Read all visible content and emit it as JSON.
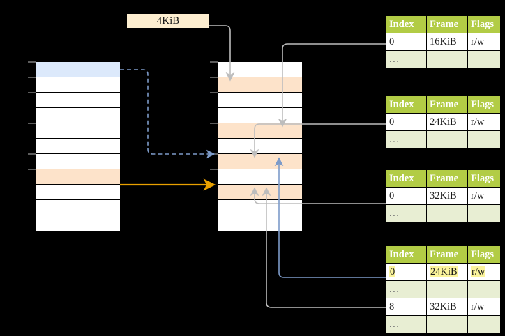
{
  "diagram": {
    "title_label": "4KiB",
    "background": "#000000",
    "accent_green": "#b2cc45",
    "highlight_yellow": "#fbf49c",
    "orange_row": "#fde3ca",
    "blue_row": "#dce9fb",
    "orange_arrow": "#e8a000",
    "blue_arrow": "#6f8fc4",
    "gray_arrow": "#bdbdbd"
  },
  "left_column": {
    "name": "virtual-address-space-left",
    "row_count": 11,
    "rows": [
      {
        "index": 0,
        "fill": "blue",
        "text": ""
      },
      {
        "index": 1,
        "fill": "white",
        "text": ""
      },
      {
        "index": 2,
        "fill": "white",
        "text": ""
      },
      {
        "index": 3,
        "fill": "white",
        "text": ""
      },
      {
        "index": 4,
        "fill": "white",
        "text": ""
      },
      {
        "index": 5,
        "fill": "white",
        "text": ""
      },
      {
        "index": 6,
        "fill": "white",
        "text": ""
      },
      {
        "index": 7,
        "fill": "orange",
        "text": ""
      },
      {
        "index": 8,
        "fill": "white",
        "text": ""
      },
      {
        "index": 9,
        "fill": "white",
        "text": ""
      },
      {
        "index": 10,
        "fill": "white",
        "text": ""
      }
    ]
  },
  "middle_column": {
    "name": "physical-memory-middle",
    "row_count": 11,
    "rows": [
      {
        "index": 0,
        "fill": "white",
        "text": ""
      },
      {
        "index": 1,
        "fill": "orange",
        "text": ""
      },
      {
        "index": 2,
        "fill": "white",
        "text": ""
      },
      {
        "index": 3,
        "fill": "white",
        "text": ""
      },
      {
        "index": 4,
        "fill": "orange",
        "text": ""
      },
      {
        "index": 5,
        "fill": "white",
        "text": ""
      },
      {
        "index": 6,
        "fill": "orange",
        "text": ""
      },
      {
        "index": 7,
        "fill": "white",
        "text": ""
      },
      {
        "index": 8,
        "fill": "orange",
        "text": ""
      },
      {
        "index": 9,
        "fill": "white",
        "text": ""
      },
      {
        "index": 10,
        "fill": "white",
        "text": ""
      }
    ]
  },
  "tables": {
    "headers": [
      "Index",
      "Frame",
      "Flags"
    ],
    "items": [
      {
        "name": "page-table-1",
        "rows": [
          {
            "type": "entry",
            "index": "0",
            "frame": "16KiB",
            "flags": "r/w",
            "highlight": false
          },
          {
            "type": "ellipsis",
            "index": "...",
            "frame": "",
            "flags": "",
            "highlight": false
          }
        ]
      },
      {
        "name": "page-table-2",
        "rows": [
          {
            "type": "entry",
            "index": "0",
            "frame": "24KiB",
            "flags": "r/w",
            "highlight": false
          },
          {
            "type": "ellipsis",
            "index": "...",
            "frame": "",
            "flags": "",
            "highlight": false
          }
        ]
      },
      {
        "name": "page-table-3",
        "rows": [
          {
            "type": "entry",
            "index": "0",
            "frame": "32KiB",
            "flags": "r/w",
            "highlight": false
          },
          {
            "type": "ellipsis",
            "index": "...",
            "frame": "",
            "flags": "",
            "highlight": false
          }
        ]
      },
      {
        "name": "page-table-4",
        "rows": [
          {
            "type": "entry",
            "index": "0",
            "frame": "24KiB",
            "flags": "r/w",
            "highlight": true
          },
          {
            "type": "ellipsis",
            "index": "...",
            "frame": "",
            "flags": "",
            "highlight": false
          },
          {
            "type": "entry",
            "index": "8",
            "frame": "32KiB",
            "flags": "r/w",
            "highlight": false
          },
          {
            "type": "ellipsis",
            "index": "...",
            "frame": "",
            "flags": "",
            "highlight": false
          }
        ]
      }
    ]
  },
  "connectors": [
    {
      "name": "size-label-to-frame",
      "style": "solid-gray"
    },
    {
      "name": "table1-entry0-to-frame",
      "style": "solid-gray"
    },
    {
      "name": "table2-entry0-to-frame",
      "style": "solid-gray"
    },
    {
      "name": "table3-entry0-to-frame",
      "style": "solid-gray"
    },
    {
      "name": "table4-entry0-to-frame",
      "style": "solid-blue"
    },
    {
      "name": "table4-entry8-to-frame",
      "style": "solid-gray"
    },
    {
      "name": "left-page0-to-frame",
      "style": "dashed-blue"
    },
    {
      "name": "left-page7-to-frame",
      "style": "solid-orange"
    }
  ]
}
